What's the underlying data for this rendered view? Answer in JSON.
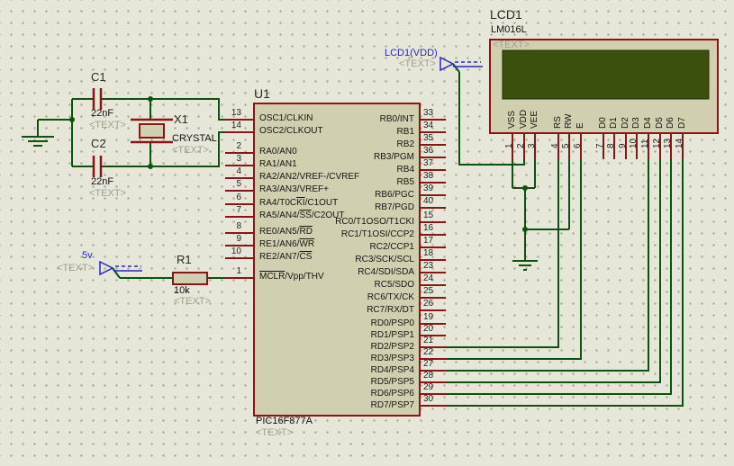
{
  "u1": {
    "ref": "U1",
    "value": "PIC16F877A",
    "placeholder": "<TEXT>",
    "left_pins": [
      {
        "num": "13",
        "segs": [
          {
            "t": "OSC1/CLKIN"
          }
        ]
      },
      {
        "num": "14",
        "segs": [
          {
            "t": "OSC2/CLKOUT"
          }
        ]
      },
      {
        "num": "2",
        "segs": [
          {
            "t": "RA0/AN0"
          }
        ]
      },
      {
        "num": "3",
        "segs": [
          {
            "t": "RA1/AN1"
          }
        ]
      },
      {
        "num": "4",
        "segs": [
          {
            "t": "RA2/AN2/VREF-/CVREF"
          }
        ]
      },
      {
        "num": "5",
        "segs": [
          {
            "t": "RA3/AN3/VREF+"
          }
        ]
      },
      {
        "num": "6",
        "segs": [
          {
            "t": "RA4/T0C"
          },
          {
            "t": "KI",
            "o": true
          },
          {
            "t": "/C1OUT"
          }
        ]
      },
      {
        "num": "7",
        "segs": [
          {
            "t": "RA5/AN4/"
          },
          {
            "t": "SS",
            "o": true
          },
          {
            "t": "/C2OUT"
          }
        ]
      },
      {
        "num": "8",
        "segs": [
          {
            "t": "RE0/AN5/"
          },
          {
            "t": "RD",
            "o": true
          }
        ]
      },
      {
        "num": "9",
        "segs": [
          {
            "t": "RE1/AN6/"
          },
          {
            "t": "WR",
            "o": true
          }
        ]
      },
      {
        "num": "10",
        "segs": [
          {
            "t": "RE2/AN7/"
          },
          {
            "t": "CS",
            "o": true
          }
        ]
      },
      {
        "num": "1",
        "segs": [
          {
            "t": "MCLR",
            "o": true
          },
          {
            "t": "/Vpp/THV"
          }
        ]
      }
    ],
    "right_pins": [
      {
        "num": "33",
        "segs": [
          {
            "t": "RB0/INT"
          }
        ]
      },
      {
        "num": "34",
        "segs": [
          {
            "t": "RB1"
          }
        ]
      },
      {
        "num": "35",
        "segs": [
          {
            "t": "RB2"
          }
        ]
      },
      {
        "num": "36",
        "segs": [
          {
            "t": "RB3/PGM"
          }
        ]
      },
      {
        "num": "37",
        "segs": [
          {
            "t": "RB4"
          }
        ]
      },
      {
        "num": "38",
        "segs": [
          {
            "t": "RB5"
          }
        ]
      },
      {
        "num": "39",
        "segs": [
          {
            "t": "RB6/PGC"
          }
        ]
      },
      {
        "num": "40",
        "segs": [
          {
            "t": "RB7/PGD"
          }
        ]
      },
      {
        "num": "15",
        "segs": [
          {
            "t": "RC0/T1OSO/T1CKI"
          }
        ]
      },
      {
        "num": "16",
        "segs": [
          {
            "t": "RC1/T1OSI/CCP2"
          }
        ]
      },
      {
        "num": "17",
        "segs": [
          {
            "t": "RC2/CCP1"
          }
        ]
      },
      {
        "num": "18",
        "segs": [
          {
            "t": "RC3/SCK/SCL"
          }
        ]
      },
      {
        "num": "23",
        "segs": [
          {
            "t": "RC4/SDI/SDA"
          }
        ]
      },
      {
        "num": "24",
        "segs": [
          {
            "t": "RC5/SDO"
          }
        ]
      },
      {
        "num": "25",
        "segs": [
          {
            "t": "RC6/TX/CK"
          }
        ]
      },
      {
        "num": "26",
        "segs": [
          {
            "t": "RC7/RX/DT"
          }
        ]
      },
      {
        "num": "19",
        "segs": [
          {
            "t": "RD0/PSP0"
          }
        ]
      },
      {
        "num": "20",
        "segs": [
          {
            "t": "RD1/PSP1"
          }
        ]
      },
      {
        "num": "21",
        "segs": [
          {
            "t": "RD2/PSP2"
          }
        ]
      },
      {
        "num": "22",
        "segs": [
          {
            "t": "RD3/PSP3"
          }
        ]
      },
      {
        "num": "27",
        "segs": [
          {
            "t": "RD4/PSP4"
          }
        ]
      },
      {
        "num": "28",
        "segs": [
          {
            "t": "RD5/PSP5"
          }
        ]
      },
      {
        "num": "29",
        "segs": [
          {
            "t": "RD6/PSP6"
          }
        ]
      },
      {
        "num": "30",
        "segs": [
          {
            "t": "RD7/PSP7"
          }
        ]
      }
    ]
  },
  "lcd1": {
    "ref": "LCD1",
    "value": "LM016L",
    "placeholder": "<TEXT>",
    "pins": [
      {
        "num": "1",
        "name": "VSS"
      },
      {
        "num": "2",
        "name": "VDD"
      },
      {
        "num": "3",
        "name": "VEE"
      },
      {
        "num": "4",
        "name": "RS"
      },
      {
        "num": "5",
        "name": "RW"
      },
      {
        "num": "6",
        "name": "E"
      },
      {
        "num": "7",
        "name": "D0"
      },
      {
        "num": "8",
        "name": "D1"
      },
      {
        "num": "9",
        "name": "D2"
      },
      {
        "num": "10",
        "name": "D3"
      },
      {
        "num": "11",
        "name": "D4"
      },
      {
        "num": "12",
        "name": "D5"
      },
      {
        "num": "13",
        "name": "D6"
      },
      {
        "num": "14",
        "name": "D7"
      }
    ]
  },
  "c1": {
    "ref": "C1",
    "value": "22nF",
    "placeholder": "<TEXT>"
  },
  "c2": {
    "ref": "C2",
    "value": "22nF",
    "placeholder": "<TEXT>"
  },
  "x1": {
    "ref": "X1",
    "value": "CRYSTAL",
    "placeholder": "<TEXT>"
  },
  "r1": {
    "ref": "R1",
    "value": "10k",
    "placeholder": "<TEXT>"
  },
  "power_5v": {
    "label": "5v",
    "placeholder": "<TEXT>"
  },
  "power_vdd": {
    "label": "LCD1(VDD)",
    "placeholder": "<TEXT>"
  },
  "colors": {
    "background": "#E7E7D9",
    "wire": "#0D530D",
    "component": "#8B1414",
    "component_fill": "#D0D0B0",
    "lcd_screen": "#3A500C",
    "power_label": "#2626C2",
    "placeholder_text": "#9F9F92"
  }
}
